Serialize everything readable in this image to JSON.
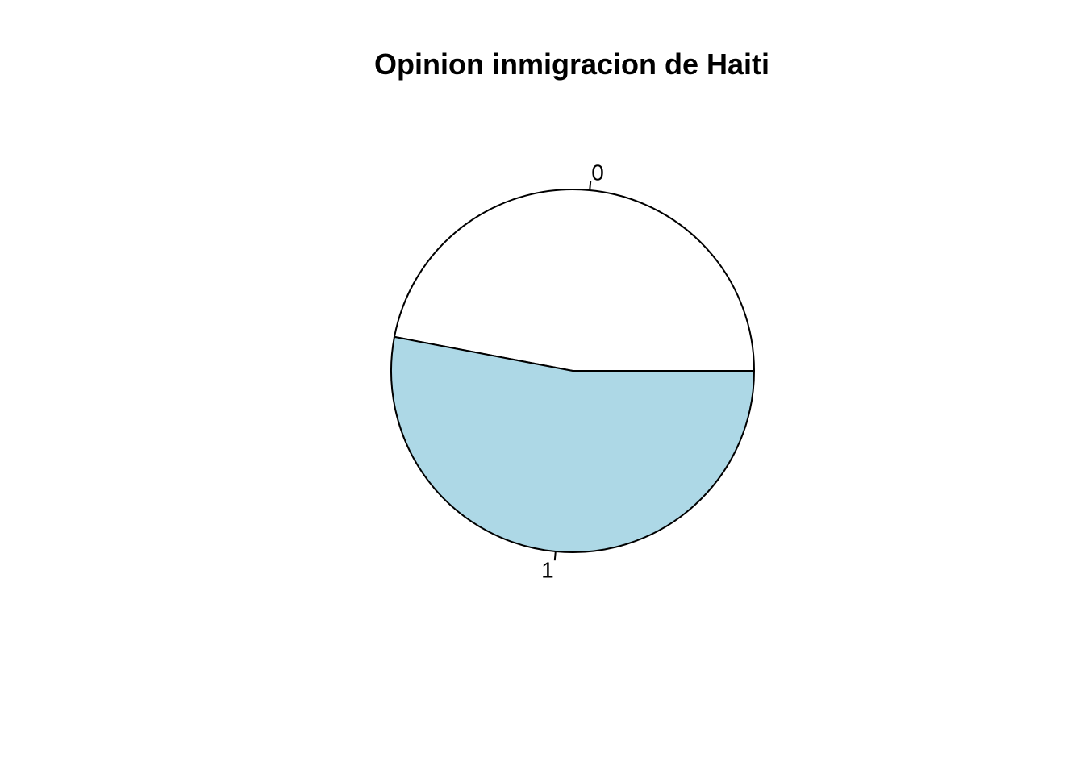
{
  "chart_data": {
    "type": "pie",
    "title": "Opinion inmigracion de Haiti",
    "labels": [
      "0",
      "1"
    ],
    "values": [
      47,
      53
    ],
    "colors": [
      "#ffffff",
      "#add8e6"
    ],
    "start_angle_deg": 0,
    "direction": "counterclockwise",
    "legend": "none"
  }
}
